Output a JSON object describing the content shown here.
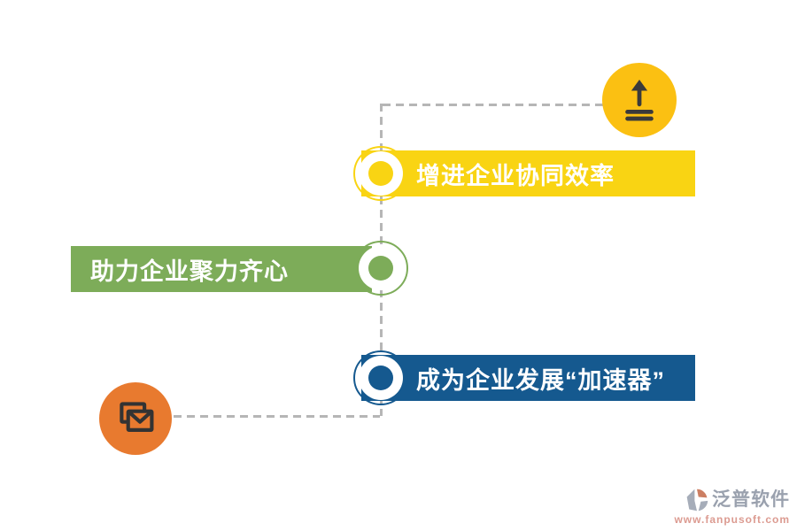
{
  "background": "#ffffff",
  "diagram": {
    "connector_color": "#b6b6b6",
    "bars": [
      {
        "label": "增进企业协同效率",
        "color": "#f9d413",
        "side": "right"
      },
      {
        "label": "助力企业聚力齐心",
        "color": "#7dac59",
        "side": "left"
      },
      {
        "label": "成为企业发展“加速器”",
        "color": "#15598f",
        "side": "right"
      }
    ],
    "badges": [
      {
        "icon": "upload-icon",
        "bg": "#fbc012",
        "fg": "#3a3a3a"
      },
      {
        "icon": "mail-icon",
        "bg": "#e87a2f",
        "fg": "#333333"
      }
    ]
  },
  "watermark": {
    "brand": "泛普软件",
    "url": "www.fanpusoft.com",
    "brand_color": "#9aa1ae",
    "url_color": "#dc9b91"
  }
}
